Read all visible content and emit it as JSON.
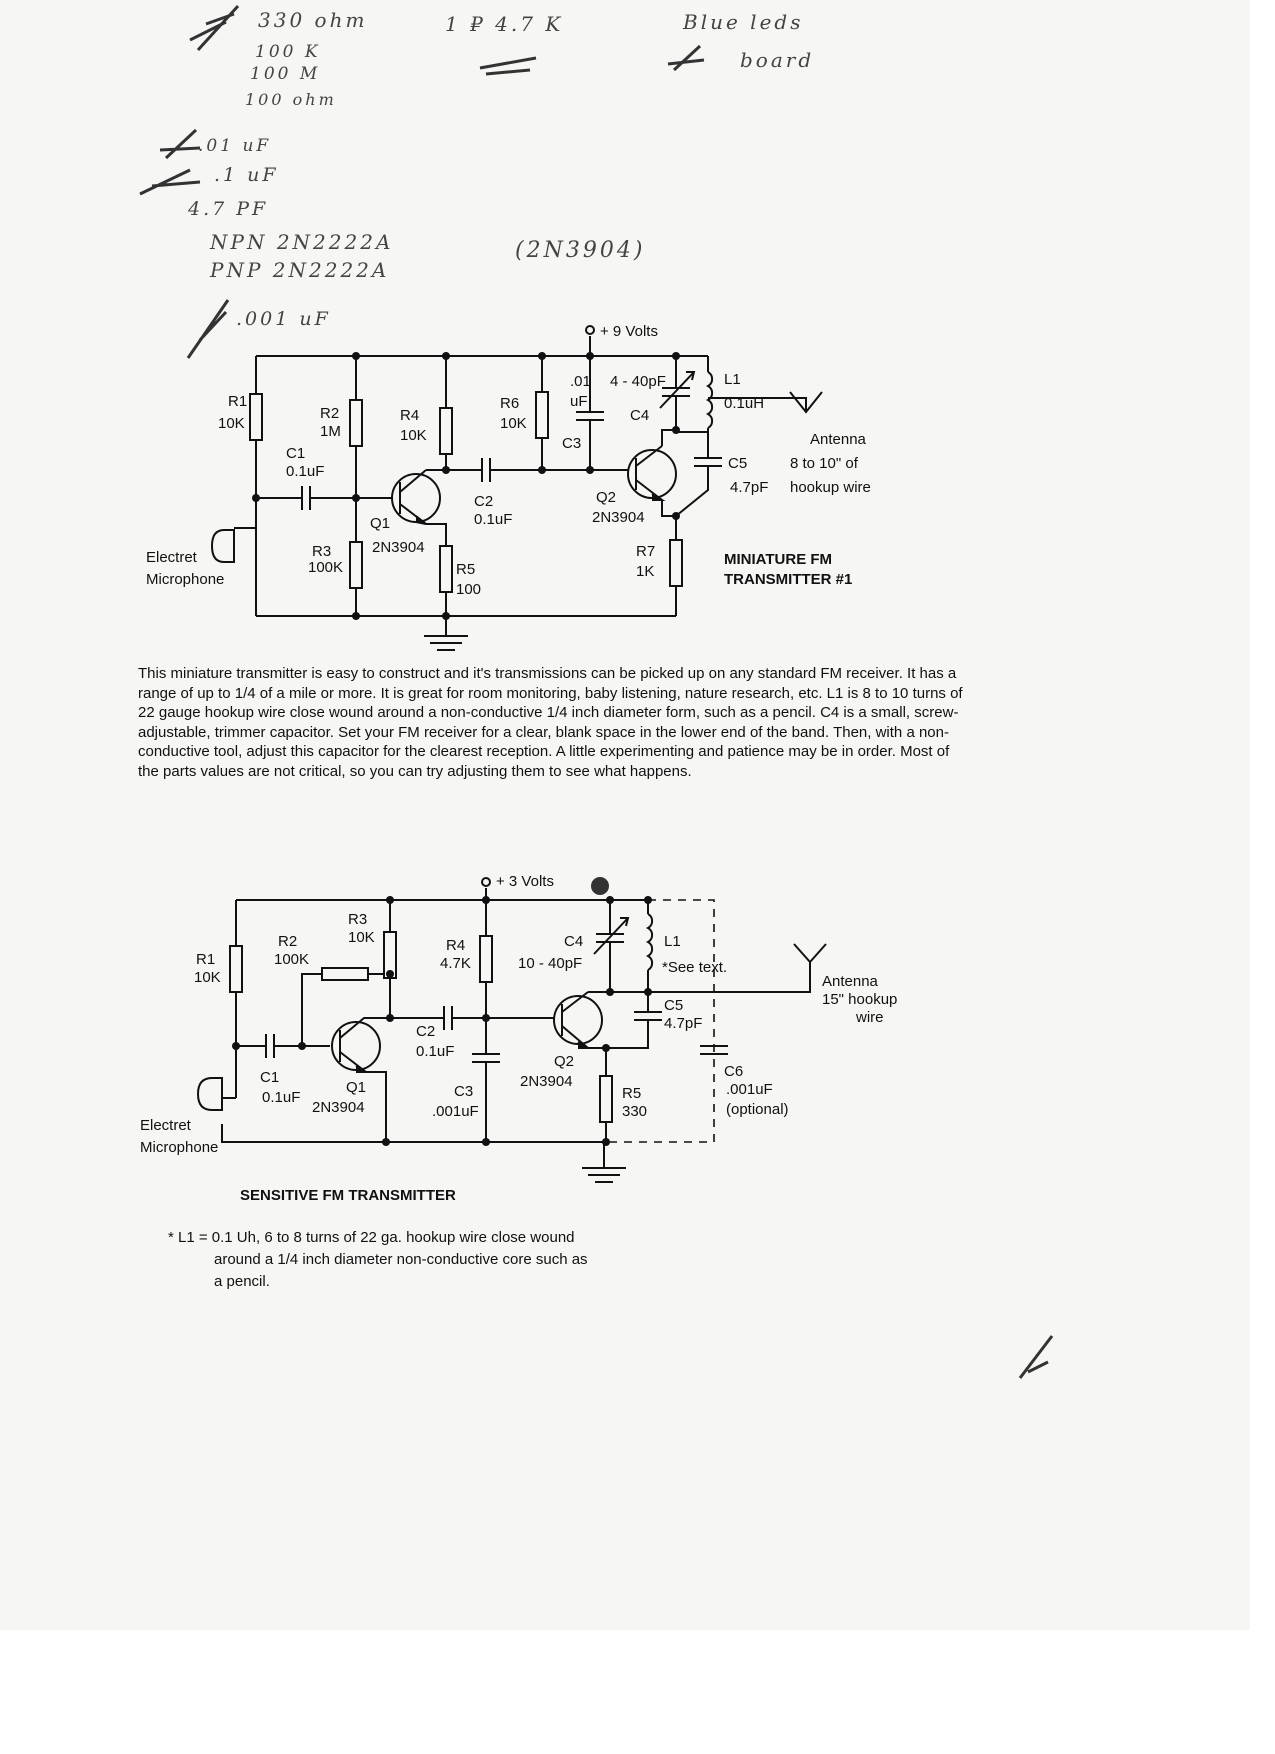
{
  "handwritten": [
    "330 ohm",
    "100 K",
    "100 M",
    "100 ohm",
    "1 ₽ 4.7 K",
    "Blue leds",
    "board",
    ".01 uF",
    ".1 uF",
    "4.7 PF",
    "NPN 2N2222A",
    "(2N3904)",
    "PNP 2N2222A",
    ".001 uF"
  ],
  "circuit1": {
    "supply": "+ 9 Volts",
    "title_line1": "MINIATURE FM",
    "title_line2": "TRANSMITTER #1",
    "parts": {
      "r1_name": "R1",
      "r1_val": "10K",
      "r2_name": "R2",
      "r2_val": "1M",
      "r3_name": "R3",
      "r3_val": "100K",
      "r4_name": "R4",
      "r4_val": "10K",
      "r5_name": "R5",
      "r5_val": "100",
      "r6_name": "R6",
      "r6_val": "10K",
      "r7_name": "R7",
      "r7_val": "1K",
      "c1_name": "C1",
      "c1_val": "0.1uF",
      "c2_name": "C2",
      "c2_val": "0.1uF",
      "c3_name": "C3",
      "c3_val1": ".01",
      "c3_val2": "uF",
      "c4_name": "C4",
      "c4_val": "4 - 40pF",
      "c5_name": "C5",
      "c5_val": "4.7pF",
      "l1_name": "L1",
      "l1_val": "0.1uH",
      "q1_name": "Q1",
      "q1_val": "2N3904",
      "q2_name": "Q2",
      "q2_val": "2N3904",
      "mic1": "Electret",
      "mic2": "Microphone",
      "ant1": "Antenna",
      "ant2": "8 to 10\" of",
      "ant3": "hookup wire"
    },
    "description": "This miniature transmitter is easy to construct and it's transmissions can be picked up on any standard FM receiver. It has a range of up to 1/4 of a mile or more. It is great for room monitoring, baby listening, nature research, etc. L1 is 8 to 10 turns of 22 gauge hookup wire close wound around a non-conductive 1/4 inch diameter form, such as a pencil. C4 is a small, screw-adjustable, trimmer capacitor. Set your FM receiver for a clear, blank space in the lower end of the band. Then, with a non-conductive tool, adjust this capacitor for the clearest reception. A little experimenting and patience may be in order. Most of the parts values are not critical, so you can try adjusting them to see what happens."
  },
  "circuit2": {
    "supply": "+ 3 Volts",
    "title": "SENSITIVE FM TRANSMITTER",
    "parts": {
      "r1_name": "R1",
      "r1_val": "10K",
      "r2_name": "R2",
      "r2_val": "100K",
      "r3_name": "R3",
      "r3_val": "10K",
      "r4_name": "R4",
      "r4_val": "4.7K",
      "r5_name": "R5",
      "r5_val": "330",
      "c1_name": "C1",
      "c1_val": "0.1uF",
      "c2_name": "C2",
      "c2_val": "0.1uF",
      "c3_name": "C3",
      "c3_val": ".001uF",
      "c4_name": "C4",
      "c4_val": "10 - 40pF",
      "c5_name": "C5",
      "c5_val": "4.7pF",
      "c6_name": "C6",
      "c6_val": ".001uF",
      "c6_note": "(optional)",
      "l1_name": "L1",
      "l1_note": "*See text.",
      "q1_name": "Q1",
      "q1_val": "2N3904",
      "q2_name": "Q2",
      "q2_val": "2N3904",
      "mic1": "Electret",
      "mic2": "Microphone",
      "ant1": "Antenna",
      "ant2": "15\" hookup",
      "ant3": "wire"
    },
    "footnote_line1": "* L1 = 0.1 Uh, 6 to 8 turns of 22 ga. hookup wire close wound",
    "footnote_line2": "around a 1/4 inch diameter non-conductive core such as",
    "footnote_line3": "a pencil."
  }
}
